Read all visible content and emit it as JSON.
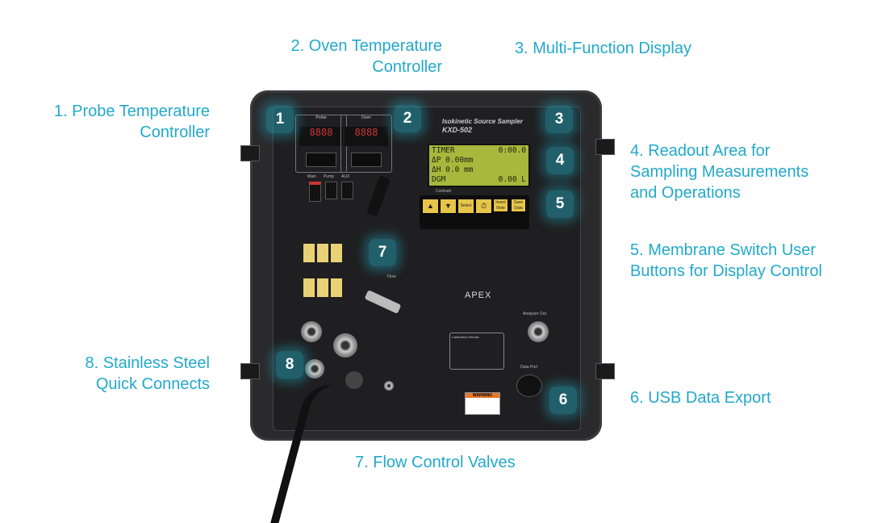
{
  "labels": {
    "l1": [
      "1. Probe Temperature",
      "Controller"
    ],
    "l2": [
      "2. Oven Temperature",
      "Controller"
    ],
    "l3": [
      "3. Multi-Function Display"
    ],
    "l4": [
      "4. Readout Area for",
      "Sampling Measurements",
      "and Operations"
    ],
    "l5": [
      "5. Membrane Switch User",
      "Buttons for Display Control"
    ],
    "l6": [
      "6. USB Data Export"
    ],
    "l7": [
      "7. Flow Control Valves"
    ],
    "l8": [
      "8. Stainless Steel",
      "Quick Connects"
    ]
  },
  "markers": [
    "1",
    "2",
    "3",
    "4",
    "5",
    "6",
    "7",
    "8"
  ],
  "device": {
    "title": "Isokinetic Source Sampler",
    "model": "KXD-502",
    "probe_label": "Probe",
    "oven_label": "Oven",
    "switches": [
      "Main",
      "Pump",
      "AUX"
    ],
    "lcd": [
      [
        "TIMER",
        "0:00.0"
      ],
      [
        "ΔP  0.00mm",
        ""
      ],
      [
        "ΔH  0.0 mm",
        ""
      ],
      [
        "DGM",
        "0.00 L"
      ]
    ],
    "contrast": "Contrast",
    "keys": [
      "▲",
      "▼",
      "Select",
      "⏱",
      "Insert Note",
      "Save Data"
    ],
    "flow_label": "Flow",
    "brand": "APEX",
    "analyzer_out": "Analyzer Out",
    "data_port": "Data Port",
    "calibration_title": "Calibration Results",
    "warning": "WARNING"
  },
  "colors": {
    "accent": "#22a9cb"
  }
}
